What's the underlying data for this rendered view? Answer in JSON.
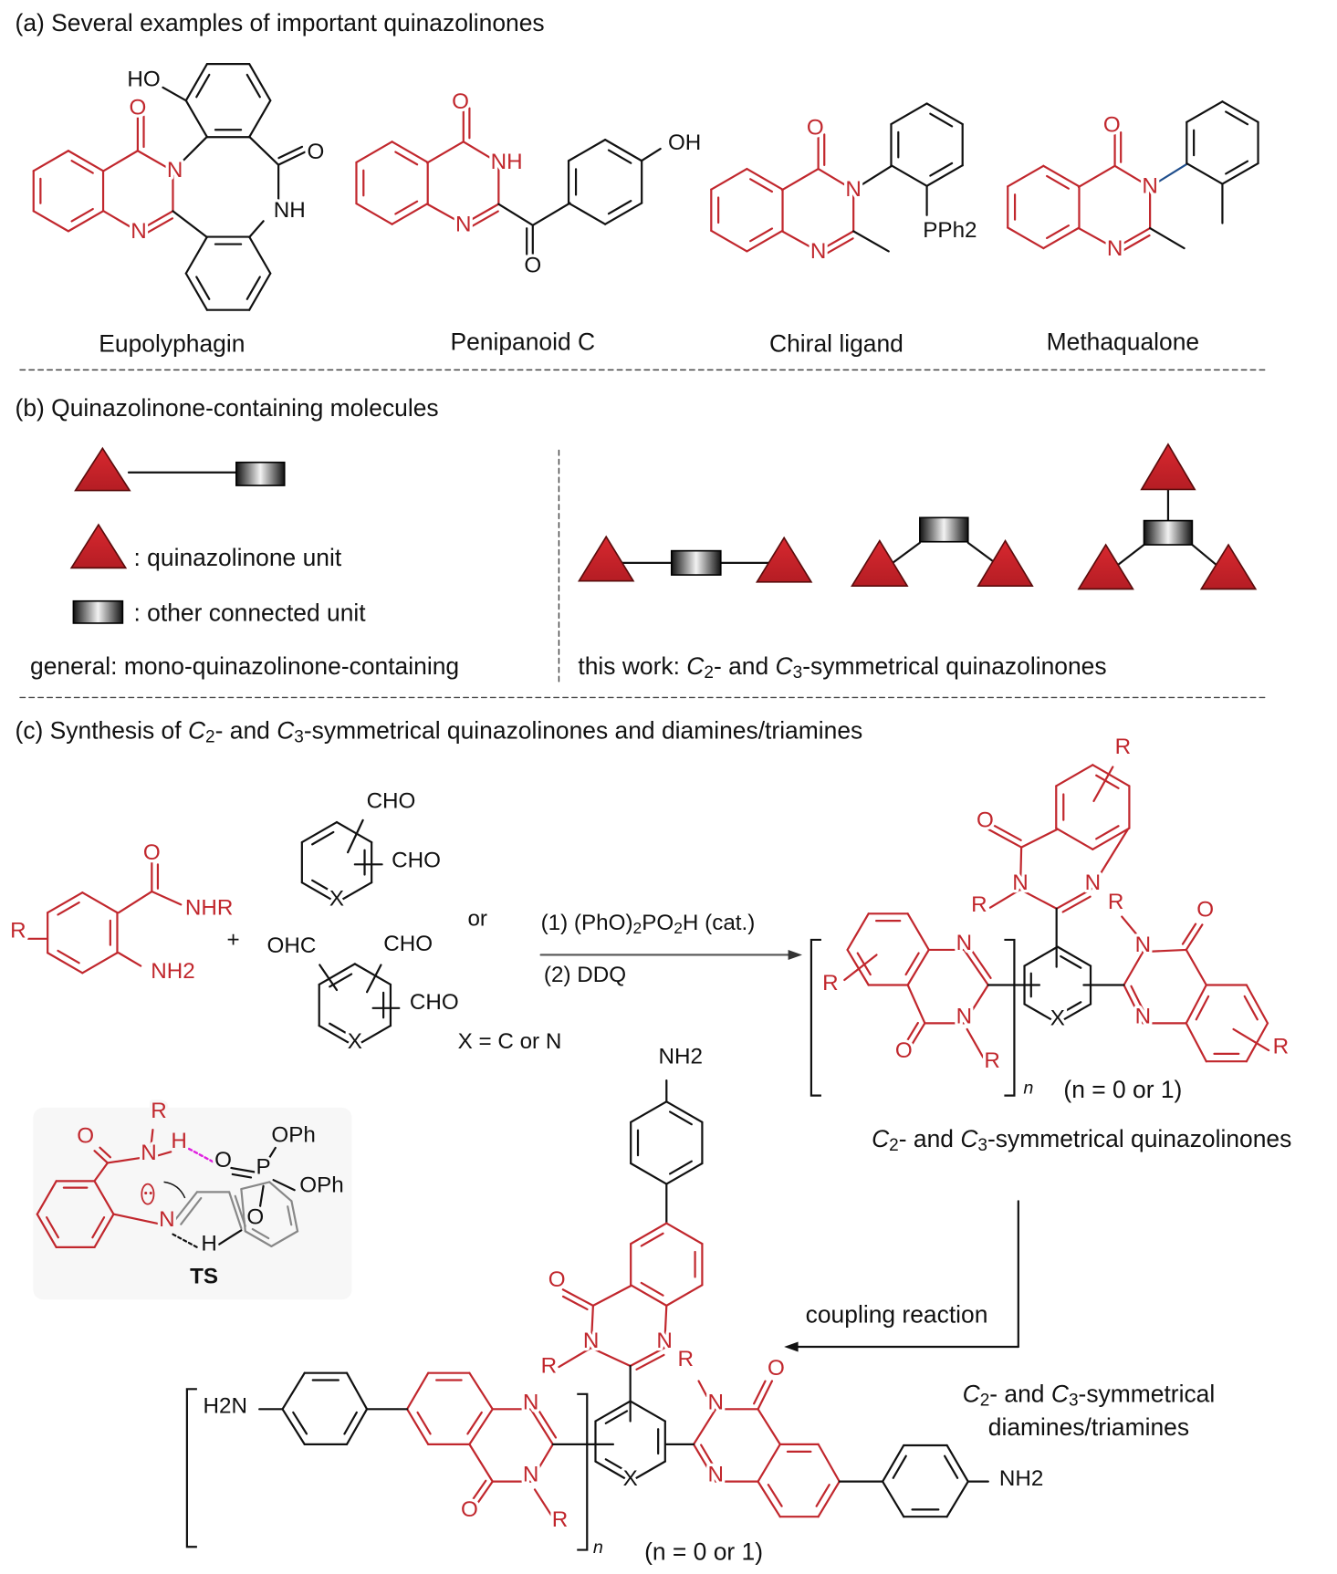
{
  "colors": {
    "quinazolinone": "#c1272d",
    "bond": "#111111",
    "highlight_bond": "#1f4e8c",
    "hbond": "#e020e0",
    "ts_background": "#f7f7f7"
  },
  "panel_a": {
    "title": "(a) Several examples of important quinazolinones",
    "molecules": [
      {
        "name": "Eupolyphagin",
        "atoms": [
          "HO",
          "O",
          "N",
          "N",
          "O",
          "NH"
        ]
      },
      {
        "name": "Penipanoid C",
        "atoms": [
          "O",
          "NH",
          "N",
          "O",
          "OH"
        ]
      },
      {
        "name": "Chiral ligand",
        "atoms": [
          "O",
          "N",
          "N",
          "PPh2"
        ]
      },
      {
        "name": "Methaqualone",
        "atoms": [
          "O",
          "N",
          "N"
        ]
      }
    ]
  },
  "panel_b": {
    "title": "(b) Quinazolinone-containing molecules",
    "legend_quinazolinone": ": quinazolinone unit",
    "legend_other": ": other connected unit",
    "general_caption": "general: mono-quinazolinone-containing",
    "this_work_caption": "this work: C2- and C3-symmetrical quinazolinones"
  },
  "panel_c": {
    "title": "(c) Synthesis of C2- and C3-symmetrical quinazolinones and diamines/triamines",
    "reactant_atoms": [
      "R",
      "O",
      "NHR",
      "NH2"
    ],
    "plus": "+",
    "dialdehyde_atoms": [
      "CHO",
      "CHO",
      "X"
    ],
    "or": "or",
    "trialdehyde_atoms": [
      "OHC",
      "CHO",
      "CHO",
      "X"
    ],
    "x_definition": "X = C or N",
    "condition_1": "(1) (PhO)2PO2H (cat.)",
    "condition_2": "(2) DDQ",
    "product_atoms": [
      "R",
      "O",
      "N",
      "N",
      "R",
      "N",
      "N",
      "O",
      "R",
      "R",
      "X",
      "R",
      "N",
      "O",
      "N",
      "R"
    ],
    "product_n": "n",
    "product_n_note": "(n = 0 or 1)",
    "product_caption": "C2- and C3-symmetrical quinazolinones",
    "coupling_label": "coupling reaction",
    "ts_atoms": [
      "O",
      "R",
      "N",
      "H",
      "O",
      "P",
      "OPh",
      "OPh",
      "O",
      "N",
      "H"
    ],
    "ts_label": "TS",
    "amine_atoms": [
      "NH2",
      "O",
      "N",
      "N",
      "R",
      "R",
      "H2N",
      "N",
      "N",
      "O",
      "R",
      "X",
      "N",
      "O",
      "N",
      "NH2"
    ],
    "amine_n": "n",
    "amine_n_note": "(n = 0 or 1)",
    "amine_caption_1": "C2- and C3-symmetrical",
    "amine_caption_2": "diamines/triamines"
  }
}
